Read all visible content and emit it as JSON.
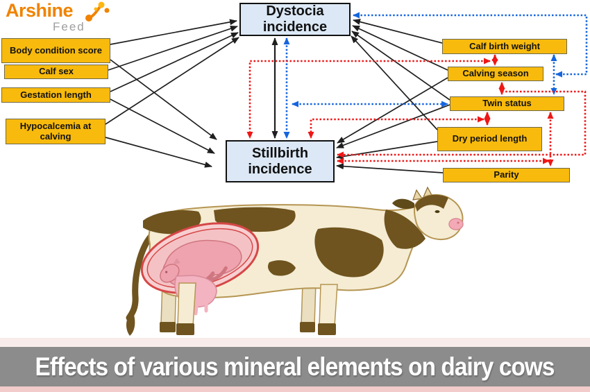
{
  "logo": {
    "brand": "Arshine",
    "sub": "Feed"
  },
  "icons": {
    "logo_mark": "molecule-swoosh"
  },
  "illustrations": {
    "cow": "pregnant-dairy-cow-side-view-with-calf-in-utero"
  },
  "outcomes": {
    "dystocia": {
      "label": "Dystocia incidence"
    },
    "stillbirth": {
      "label": "Stillbirth incidence"
    }
  },
  "factors": {
    "left": [
      {
        "id": "body-condition-score",
        "label": "Body condition score"
      },
      {
        "id": "calf-sex",
        "label": "Calf sex"
      },
      {
        "id": "gestation-length",
        "label": "Gestation length"
      },
      {
        "id": "hypocalcemia-at-calving",
        "label": "Hypocalcemia at calving"
      }
    ],
    "right": [
      {
        "id": "calf-birth-weight",
        "label": "Calf birth weight"
      },
      {
        "id": "calving-season",
        "label": "Calving season"
      },
      {
        "id": "twin-status",
        "label": "Twin status"
      },
      {
        "id": "dry-period-length",
        "label": "Dry period length"
      },
      {
        "id": "parity",
        "label": "Parity"
      }
    ]
  },
  "connections": [
    {
      "from": "body-condition-score",
      "to": "dystocia",
      "style": "solid-black",
      "bidirectional": false
    },
    {
      "from": "body-condition-score",
      "to": "stillbirth",
      "style": "solid-black",
      "bidirectional": false
    },
    {
      "from": "calf-sex",
      "to": "dystocia",
      "style": "solid-black",
      "bidirectional": false
    },
    {
      "from": "gestation-length",
      "to": "dystocia",
      "style": "solid-black",
      "bidirectional": false
    },
    {
      "from": "gestation-length",
      "to": "stillbirth",
      "style": "solid-black",
      "bidirectional": false
    },
    {
      "from": "hypocalcemia-at-calving",
      "to": "dystocia",
      "style": "solid-black",
      "bidirectional": false
    },
    {
      "from": "hypocalcemia-at-calving",
      "to": "stillbirth",
      "style": "solid-black",
      "bidirectional": false
    },
    {
      "from": "calf-birth-weight",
      "to": "dystocia",
      "style": "solid-black",
      "bidirectional": false
    },
    {
      "from": "calving-season",
      "to": "dystocia",
      "style": "solid-black",
      "bidirectional": false
    },
    {
      "from": "calving-season",
      "to": "stillbirth",
      "style": "solid-black",
      "bidirectional": false
    },
    {
      "from": "twin-status",
      "to": "dystocia",
      "style": "solid-black",
      "bidirectional": false
    },
    {
      "from": "twin-status",
      "to": "stillbirth",
      "style": "solid-black",
      "bidirectional": false
    },
    {
      "from": "dry-period-length",
      "to": "dystocia",
      "style": "solid-black",
      "bidirectional": false
    },
    {
      "from": "dry-period-length",
      "to": "stillbirth",
      "style": "solid-black",
      "bidirectional": false
    },
    {
      "from": "parity",
      "to": "stillbirth",
      "style": "solid-black",
      "bidirectional": false
    },
    {
      "from": "dystocia",
      "to": "stillbirth",
      "style": "solid-black",
      "bidirectional": true
    },
    {
      "from": "dystocia",
      "to": "stillbirth",
      "style": "dotted-blue",
      "bidirectional": true
    },
    {
      "from": "twin-status",
      "to": "dystocia-stillbirth-link",
      "style": "dotted-blue",
      "bidirectional": true
    },
    {
      "from": "calf-birth-weight",
      "to": "twin-status",
      "style": "dotted-blue",
      "bidirectional": true
    },
    {
      "from": "dystocia",
      "to": "calving-season",
      "style": "dotted-blue",
      "bidirectional": true
    },
    {
      "from": "calf-birth-weight",
      "to": "calving-season",
      "style": "dotted-red",
      "bidirectional": true
    },
    {
      "from": "calving-season",
      "to": "twin-status",
      "style": "dotted-red",
      "bidirectional": true
    },
    {
      "from": "twin-status",
      "to": "dry-period-length",
      "style": "dotted-red",
      "bidirectional": true
    },
    {
      "from": "twin-status",
      "to": "parity",
      "style": "dotted-red",
      "bidirectional": true
    },
    {
      "from": "stillbirth",
      "to": "calf-birth-weight-calving-season-link",
      "style": "dotted-red",
      "bidirectional": true
    },
    {
      "from": "stillbirth",
      "to": "twin-status-dry-period-link",
      "style": "dotted-red",
      "bidirectional": true
    },
    {
      "from": "calving-season",
      "to": "stillbirth",
      "style": "dotted-red",
      "bidirectional": false
    },
    {
      "from": "stillbirth",
      "to": "twin-status",
      "style": "dotted-red",
      "bidirectional": true
    }
  ],
  "colors": {
    "factor_box": "#F8BA0D",
    "factor_border": "#6E6A4B",
    "outcome_box": "#DCE8F5",
    "outcome_border": "#111111",
    "arrow_black": "#1F1F1F",
    "arrow_red": "#EE1616",
    "arrow_blue": "#1565DD",
    "brand_orange": "#F08300",
    "brand_gray": "#9E9E9E",
    "banner_bg": "#8C8C8C",
    "banner_text": "#FFFFFF",
    "strip_pink_top": "#F8ECEA",
    "strip_pink_bottom": "#F2CBCB"
  },
  "banner": {
    "title": "Effects of various mineral elements on dairy cows"
  }
}
